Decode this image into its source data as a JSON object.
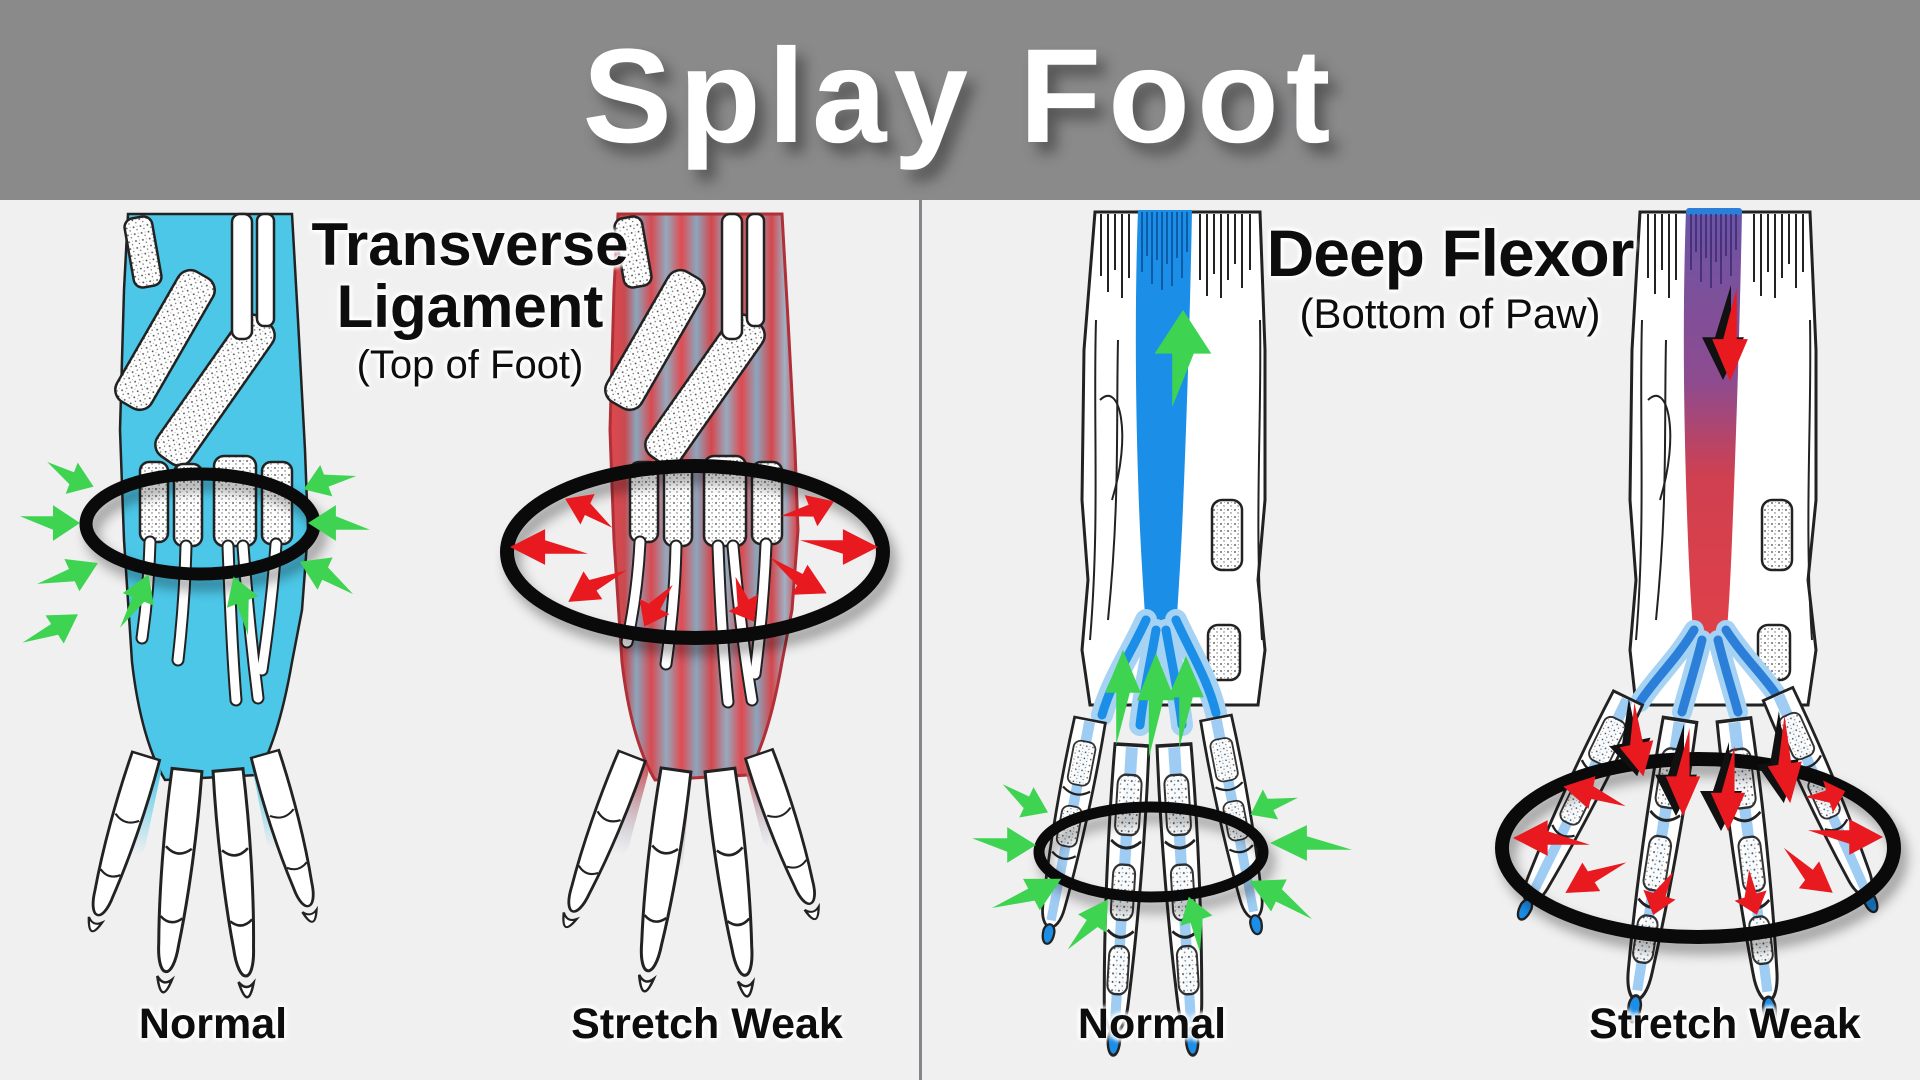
{
  "title": "Splay Foot",
  "left_section": {
    "heading_line1": "Transverse",
    "heading_line2": "Ligament",
    "subheading": "(Top of Foot)",
    "normal_label": "Normal",
    "stretch_label": "Stretch Weak"
  },
  "right_section": {
    "heading": "Deep Flexor",
    "subheading": "(Bottom of Paw)",
    "normal_label": "Normal",
    "stretch_label": "Stretch Weak"
  },
  "colors": {
    "banner_gray": "#8a8a8b",
    "background": "#f0f0f1",
    "ligament_cyan": "#4cc7e8",
    "tendon_blue": "#1b8ee8",
    "tendon_light_blue": "#a6d2f3",
    "arrow_green": "#3ed452",
    "arrow_red": "#e8191f",
    "stretch_purple": "#6b55a6",
    "ellipse_black": "#0a0a0a"
  }
}
